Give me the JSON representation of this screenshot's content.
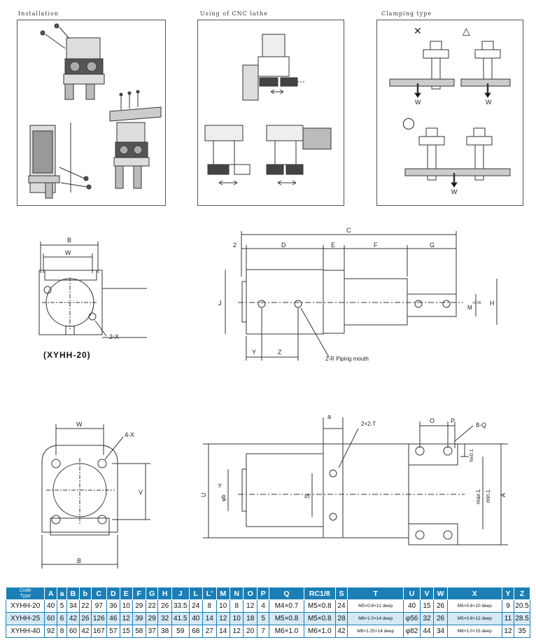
{
  "captions": {
    "installation": "Installation",
    "cnc_lathe": "Using of CNC lathe",
    "clamping_type": "Clamping type"
  },
  "clamping": {
    "symbol_bad": "✕",
    "symbol_ok": "△",
    "symbol_best": "◯",
    "force_label": "W"
  },
  "side_view": {
    "label_B": "B",
    "label_W": "W",
    "label_2X": "2-X",
    "model": "(XYHH-20)"
  },
  "top_view": {
    "label_C": "C",
    "label_2": "2",
    "label_D": "D",
    "label_E": "E",
    "label_F": "F",
    "label_G": "G",
    "label_J": "J",
    "label_H": "H",
    "label_M": "M",
    "label_M_sub": "+0.05",
    "label_Y": "Y",
    "label_Z": "Z",
    "label_piping": "2-R Piping mouth"
  },
  "front_view": {
    "label_W": "W",
    "label_4X": "4-X",
    "label_V": "V",
    "label_B": "B"
  },
  "side_view_2": {
    "label_a": "a",
    "label_2x2T": "2×2-T",
    "label_O": "O",
    "label_P": "P",
    "label_8Q": "8-Q",
    "label_N": "N±0.1",
    "label_U": "U",
    "label_b": "φb",
    "label_b_sub": "h8",
    "label_S": "S",
    "label_maxL": "max.L",
    "label_minL": "min.L",
    "label_A": "A"
  },
  "table": {
    "code_header": "Code",
    "type_header": "Type",
    "columns": [
      "A",
      "a",
      "B",
      "b",
      "C",
      "D",
      "E",
      "F",
      "G",
      "H",
      "J",
      "L",
      "L'",
      "M",
      "N",
      "O",
      "P",
      "Q",
      "RC1/8",
      "S",
      "T",
      "U",
      "V",
      "W",
      "X",
      "Y",
      "Z"
    ],
    "rows": [
      [
        "XYHH-20",
        "40",
        "5",
        "34",
        "22",
        "97",
        "36",
        "10",
        "29",
        "22",
        "26",
        "33.5",
        "24",
        "8",
        "10",
        "8",
        "12",
        "4",
        "M4×0.7",
        "M5×0.8",
        "24",
        "M5×0.8×12 deep",
        "40",
        "15",
        "26",
        "M5×0.8×10 deep",
        "9",
        "20.5"
      ],
      [
        "XYHH-25",
        "60",
        "6",
        "42",
        "26",
        "126",
        "46",
        "12",
        "39",
        "29",
        "32",
        "41.5",
        "40",
        "14",
        "12",
        "10",
        "18",
        "5",
        "M5×0.8",
        "M5×0.8",
        "28",
        "M6×1.0×14 deep",
        "φ56",
        "32",
        "26",
        "M5×0.8×12 deep",
        "11",
        "28.5"
      ],
      [
        "XYHH-40",
        "92",
        "8",
        "60",
        "42",
        "167",
        "57",
        "15",
        "58",
        "37",
        "38",
        "59",
        "68",
        "27",
        "14",
        "12",
        "20",
        "7",
        "M6×1.0",
        "M6×1.0",
        "42",
        "M8×1.25×14 deep",
        "φ82",
        "44",
        "34",
        "M6×1.0×15 deep",
        "12",
        "35"
      ]
    ]
  }
}
